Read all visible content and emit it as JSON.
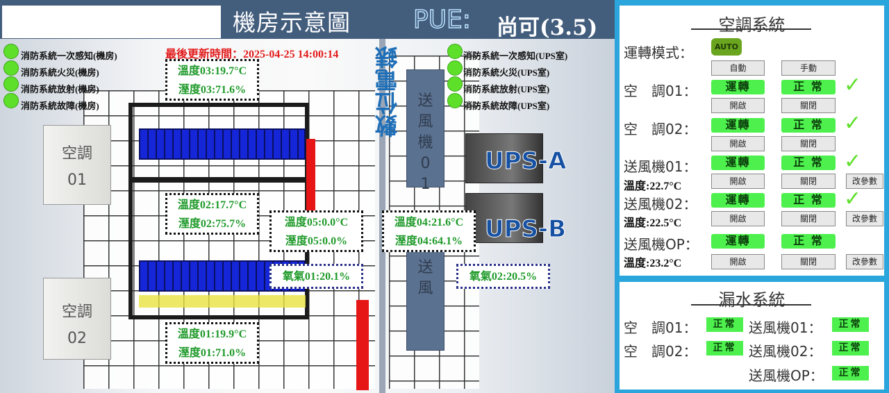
{
  "header": {
    "title": "機房示意圖",
    "pue_label": "PUE:",
    "pue_value": "尚可(3.5)"
  },
  "scene": {
    "last_update": "最後更新時間：2025-04-25 14:00:14",
    "fire_alarms_server": [
      "消防系統一次感知(機房)",
      "消防系統火災(機房)",
      "消防系統放射(機房)",
      "消防系統故障(機房)"
    ],
    "fire_alarms_ups": [
      "消防系統一次感知(UPS室)",
      "消防系統火災(UPS室)",
      "消防系統放射(UPS室)",
      "消防系統故障(UPS室)"
    ],
    "sensors": {
      "s03": {
        "temp": "溫度03:19.7°C",
        "hum": "溼度03:71.6%"
      },
      "s02": {
        "temp": "溫度02:17.7°C",
        "hum": "溼度02:75.7%"
      },
      "s05": {
        "temp": "溫度05:0.0°C",
        "hum": "溼度05:0.0%"
      },
      "s01": {
        "temp": "溫度01:19.9°C",
        "hum": "溼度01:71.0%"
      },
      "s04": {
        "temp": "溫度04:21.6°C",
        "hum": "溼度04:64.1%"
      },
      "o2_01": "氧氣01:20.1%",
      "o2_02": "氧氣02:20.5%"
    },
    "meter_label": "數位電錶",
    "fan01_label": "送風機01",
    "fan_lower_label": "送風",
    "ups_a": "UPS-A",
    "ups_b": "UPS-B",
    "ac01": "空調01",
    "ac02": "空調02",
    "light_color": "#5ee02a"
  },
  "ac_system": {
    "title": "空調系統",
    "mode_label": "運轉模式：",
    "mode_value": "AUTO",
    "auto_btn": "自動",
    "manual_btn": "手動",
    "open_btn": "開啟",
    "close_btn": "關閉",
    "param_btn": "改參數",
    "run": "運轉",
    "normal": "正 常",
    "units": [
      {
        "label": "空　調01：",
        "temp": null
      },
      {
        "label": "空　調02：",
        "temp": null
      },
      {
        "label": "送風機01：",
        "temp": "溫度:22.7°C"
      },
      {
        "label": "送風機02：",
        "temp": "溫度:22.5°C"
      },
      {
        "label": "送風機OP：",
        "temp": "溫度:23.2°C"
      }
    ]
  },
  "leak_system": {
    "title": "漏水系統",
    "items": [
      {
        "label": "空　調01：",
        "status": "正常"
      },
      {
        "label": "送風機01：",
        "status": "正常"
      },
      {
        "label": "空　調02：",
        "status": "正常"
      },
      {
        "label": "送風機02：",
        "status": "正常"
      },
      {
        "label": "送風機OP：",
        "status": "正常"
      }
    ]
  }
}
